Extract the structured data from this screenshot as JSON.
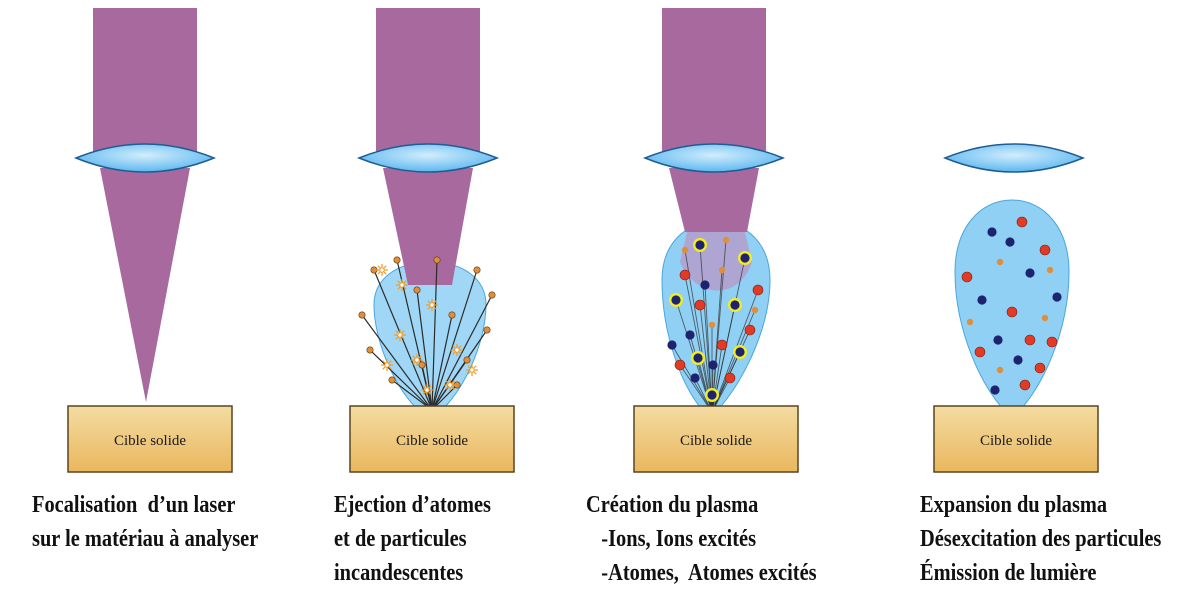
{
  "colors": {
    "laser": "#A8699F",
    "lens_fill": "#5BB7F0",
    "lens_highlight": "#D2EDFC",
    "lens_stroke": "#1E5D93",
    "plume": "#8FD0F4",
    "plume_stroke": "#4AA6DC",
    "plasma_overlay": "#B79AC9",
    "target_top": "#F4DCA2",
    "target_bottom": "#E9B75E",
    "target_stroke": "#5A4420",
    "particle_red": "#E23B25",
    "particle_navy": "#1E2370",
    "particle_orange": "#E08E3C",
    "excited_ring": "#F3EC25",
    "spark": "#F29A22"
  },
  "panels": [
    {
      "target_label": "Cible solide",
      "caption": [
        "Focalisation  d’un laser",
        "sur le matériau à analyser"
      ]
    },
    {
      "target_label": "Cible solide",
      "caption": [
        "Ejection d’atomes",
        "et de particules",
        "incandescentes"
      ]
    },
    {
      "target_label": "Cible solide",
      "caption": [
        "Création du plasma",
        "   -Ions, Ions excités",
        "   -Atomes,  Atomes excités"
      ]
    },
    {
      "target_label": "Cible solide",
      "caption": [
        "Expansion du plasma",
        "Désexcitation des particules",
        "Émission de lumière"
      ]
    }
  ]
}
